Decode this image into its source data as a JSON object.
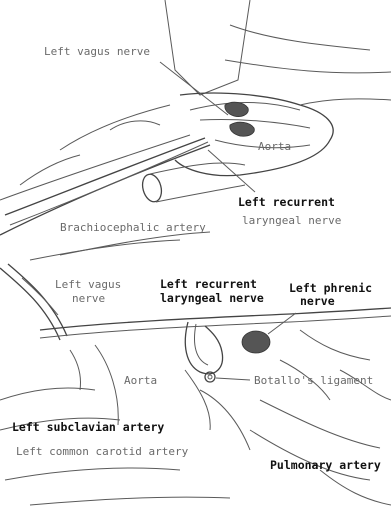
{
  "panels": [
    {
      "id": "upper",
      "labels": {
        "left_vagus_nerve": "Left vagus nerve",
        "aorta": "Aorta",
        "left_recurrent_line1": "Left recurrent",
        "left_recurrent_line2": "laryngeal nerve",
        "brachiocephalic_artery": "Brachiocephalic artery"
      }
    },
    {
      "id": "lower",
      "labels": {
        "left_vagus_line1": "Left vagus",
        "left_vagus_line2": "nerve",
        "left_recurrent_line1": "Left recurrent",
        "left_recurrent_line2": "laryngeal nerve",
        "left_phrenic_line1": "Left phrenic",
        "left_phrenic_line2": "nerve",
        "aorta": "Aorta",
        "botallo_ligament": "Botallo's ligament",
        "left_subclavian_artery": "Left subclavian artery",
        "pulmonary_artery": "Pulmonary artery",
        "left_common_carotid_artery": "Left common carotid artery"
      }
    }
  ]
}
